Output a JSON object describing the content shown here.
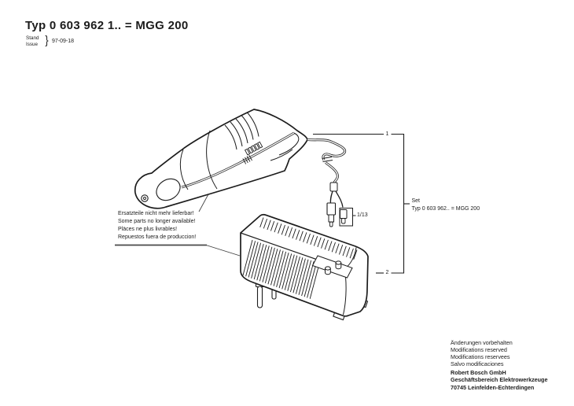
{
  "header": {
    "title": "Typ 0 603 962 1.. = MGG 200",
    "stand_label": "Stand",
    "issue_label": "Issue",
    "brace": "}",
    "date": "97-09-18"
  },
  "notice": {
    "lines": [
      "Ersatzteile nicht mehr lieferbar!",
      "Some parts no longer available!",
      "Pläces ne plus livrables!",
      "Repuestos fuera de produccion!"
    ]
  },
  "callouts": {
    "item1": "1",
    "item2": "2",
    "item_1_13": "1/13",
    "set_label": "Set",
    "set_type": "Typ 0 603 962.. = MGG 200"
  },
  "footer": {
    "legal": [
      "Änderungen vorbehalten",
      "Modifications reserved",
      "Modifications reservees",
      "Salvo modificaciones"
    ],
    "company": [
      "Robert Bosch GmbH",
      "Geschäftsbereich Elektrowerkzeuge",
      "70745 Leinfelden-Echterdingen"
    ]
  },
  "colors": {
    "ink": "#1c1c1c",
    "paper": "#ffffff"
  }
}
